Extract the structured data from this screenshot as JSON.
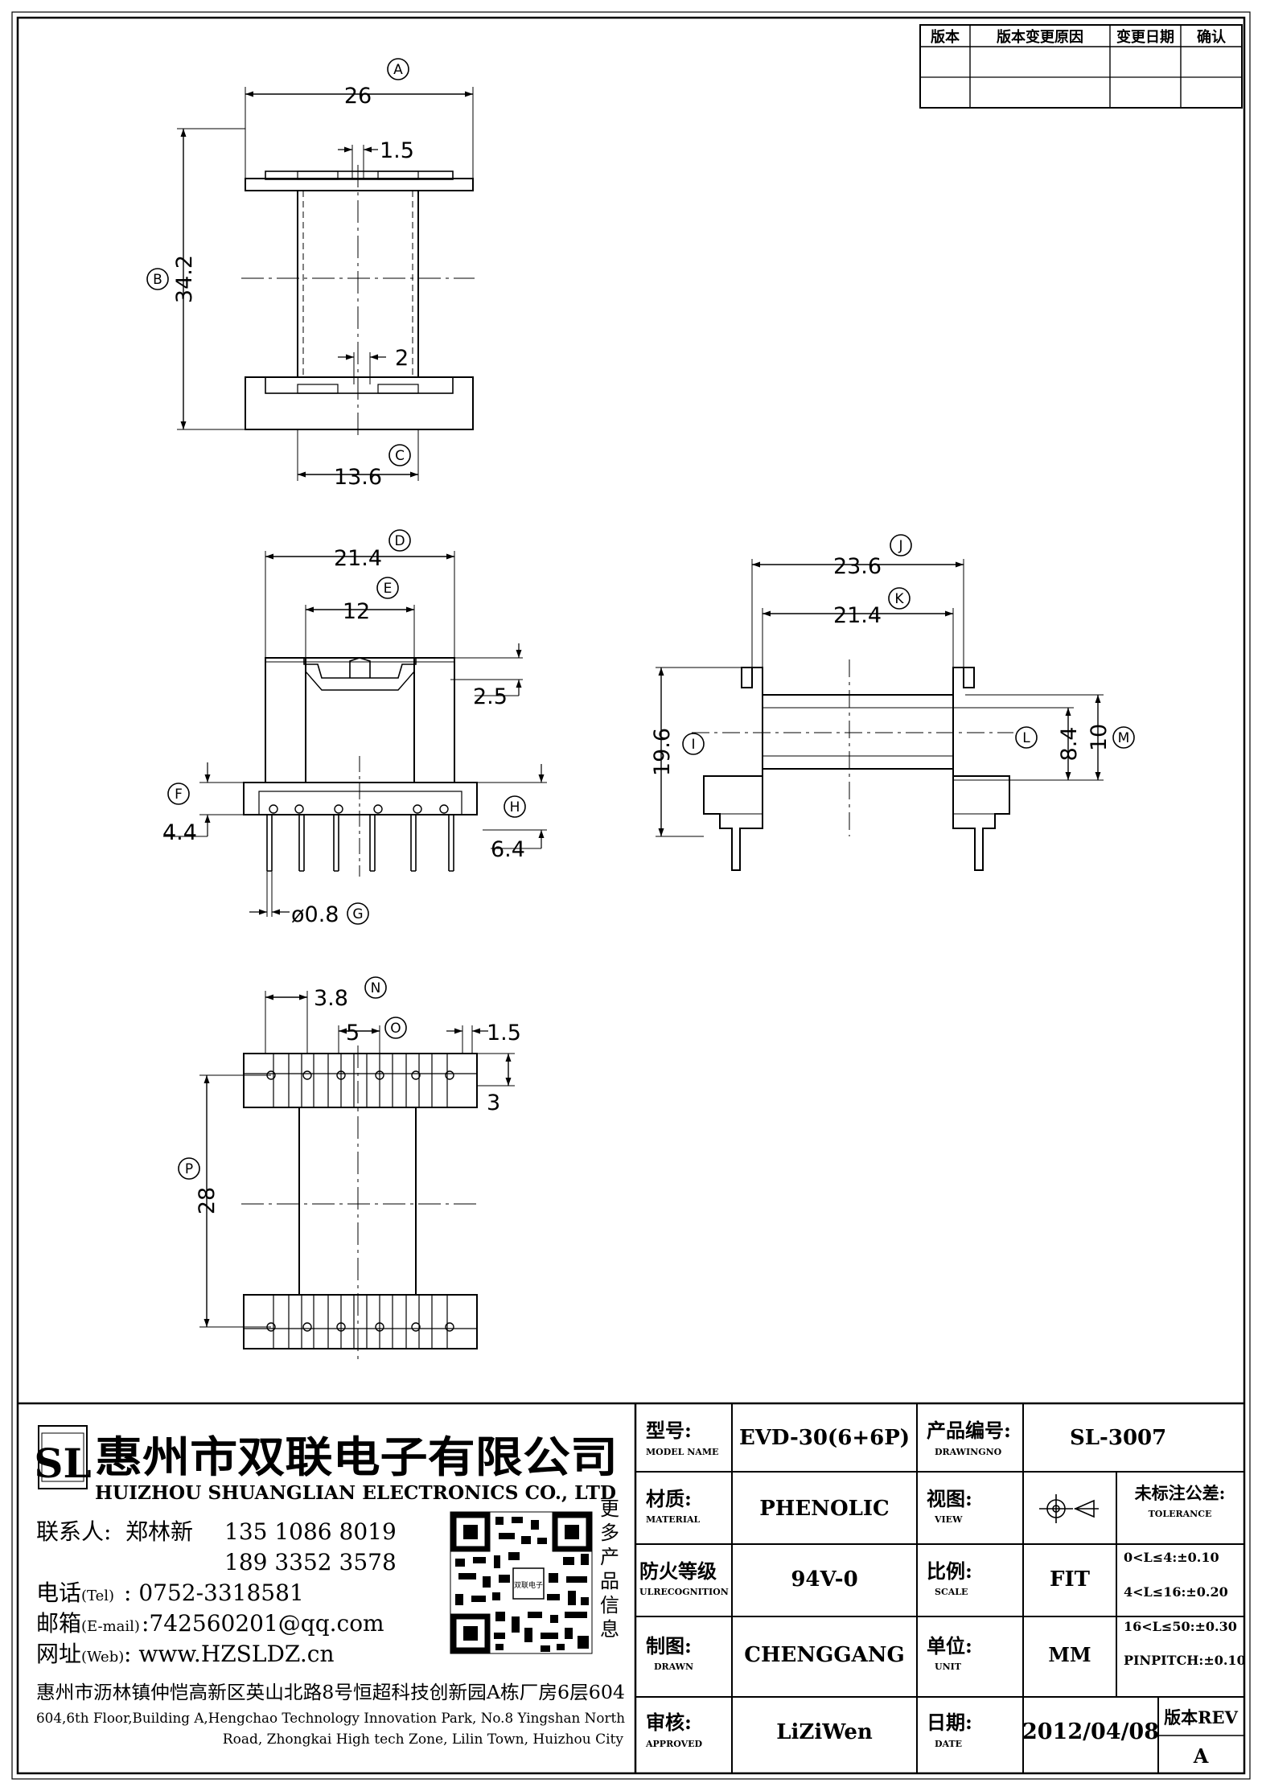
{
  "revision_table": {
    "headers": [
      "版本",
      "版本变更原因",
      "变更日期",
      "确认"
    ]
  },
  "views": {
    "top": {
      "dims": {
        "A": "26",
        "B": "34.2",
        "C": "13.6",
        "pin_w": "1.5",
        "slot": "2"
      },
      "callouts": {
        "A": "A",
        "B": "B",
        "C": "C"
      }
    },
    "front": {
      "dims": {
        "D": "21.4",
        "E": "12",
        "lip": "2.5",
        "F": "4.4",
        "H": "6.4",
        "G": "ø0.8"
      },
      "callouts": {
        "D": "D",
        "E": "E",
        "F": "F",
        "H": "H",
        "G": "G"
      }
    },
    "side": {
      "dims": {
        "J": "23.6",
        "K": "21.4",
        "I": "19.6",
        "L": "8.4",
        "M": "10"
      },
      "callouts": {
        "J": "J",
        "K": "K",
        "I": "I",
        "L": "L",
        "M": "M"
      }
    },
    "bottom": {
      "dims": {
        "N": "3.8",
        "O": "5",
        "pin_w": "1.5",
        "flange": "3",
        "P": "28"
      },
      "callouts": {
        "N": "N",
        "O": "O",
        "P": "P"
      }
    }
  },
  "company": {
    "logo_letters": "SL",
    "name_cn": "惠州市双联电子有限公司",
    "name_en": "HUIZHOU SHUANGLIAN ELECTRONICS CO., LTD",
    "contact_label": "联系人:",
    "contact_name": "郑林新",
    "phone1": "135 1086 8019",
    "phone2": "189 3352 3578",
    "tel_label": "电话",
    "tel_tag": "(Tel)",
    "tel": ": 0752-3318581",
    "email_label": "邮箱",
    "email_tag": "(E-mail)",
    "email": ":742560201@qq.com",
    "web_label": "网址",
    "web_tag": "(Web)",
    "web": ": www.HZSLDZ.cn",
    "qr_caption": "更多产品信息",
    "address_cn": "惠州市沥林镇仲恺高新区英山北路8号恒超科技创新园A栋厂房6层604",
    "address_en1": "604,6th Floor,Building A,Hengchao Technology Innovation Park, No.8 Yingshan North",
    "address_en2": "Road, Zhongkai High tech Zone, Lilin Town, Huizhou City"
  },
  "title_block": {
    "model_label": "型号:",
    "model_label_en": "MODEL NAME",
    "model": "EVD-30(6+6P)",
    "drawno_label": "产品编号:",
    "drawno_label_en": "DRAWINGNO",
    "drawno": "SL-3007",
    "material_label": "材质:",
    "material_label_en": "MATERIAL",
    "material": "PHENOLIC",
    "view_label": "视图:",
    "view_label_en": "VIEW",
    "tolerance_label": "未标注公差:",
    "tolerance_label_en": "TOLERANCE",
    "tolerances": [
      "0<L≤4:±0.10",
      "4<L≤16:±0.20",
      "16<L≤50:±0.30",
      "PINPITCH:±0.10"
    ],
    "flame_label": "防火等级",
    "flame_label_en": "ULRECOGNITION",
    "flame": "94V-0",
    "scale_label": "比例:",
    "scale_label_en": "SCALE",
    "scale": "FIT",
    "drawn_label": "制图:",
    "drawn_label_en": "DRAWN",
    "drawn": "CHENGGANG",
    "unit_label": "单位:",
    "unit_label_en": "UNIT",
    "unit": "MM",
    "approved_label": "审核:",
    "approved_label_en": "APPROVED",
    "approved": "LiZiWen",
    "date_label": "日期:",
    "date_label_en": "DATE",
    "date": "2012/04/08",
    "rev_label": "版本REV",
    "rev": "A"
  }
}
